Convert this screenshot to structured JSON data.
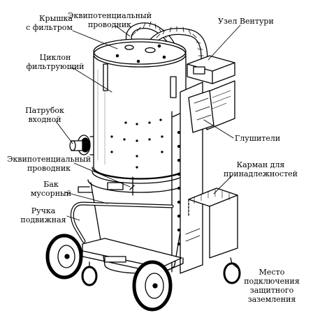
{
  "colors": {
    "ink": "#000000",
    "background": "#ffffff",
    "shade": "#d8d8d8"
  },
  "labels": {
    "lid_with_filter": "Крышка\nс фильтром",
    "equipotential_top": "Эквипотенциальный\nпроводник",
    "venturi": "Узел Вентури",
    "cyclone": "Циклон\nфильтрующий",
    "inlet": "Патрубок\nвходной",
    "silencers": "Глушители",
    "equipotential_mid": "Эквипотенциальный\nпроводник",
    "accessory_pocket": "Карман для\nпринадлежностей",
    "waste_bin": "Бак\nмусорный",
    "handle": "Ручка\nподвижная",
    "ground_point": "Место\nподключения\nзащитного\nзаземления"
  }
}
